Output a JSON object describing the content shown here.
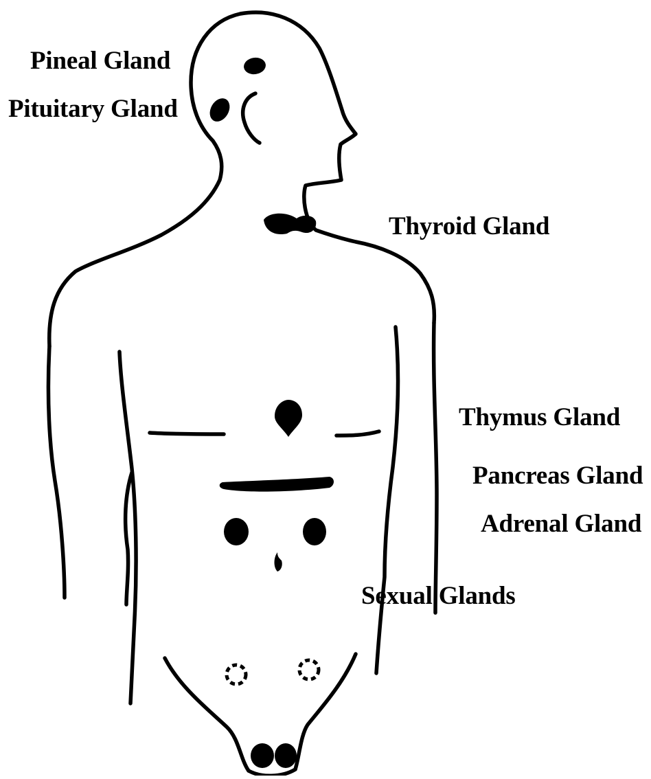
{
  "labels": {
    "pineal": "Pineal Gland",
    "pituitary": "Pituitary Gland",
    "thyroid": "Thyroid Gland",
    "thymus": "Thymus Gland",
    "pancreas": "Pancreas Gland",
    "adrenal": "Adrenal Gland",
    "sexual": "Sexual Glands"
  },
  "colors": {
    "ink": "#000000",
    "background": "#ffffff"
  }
}
